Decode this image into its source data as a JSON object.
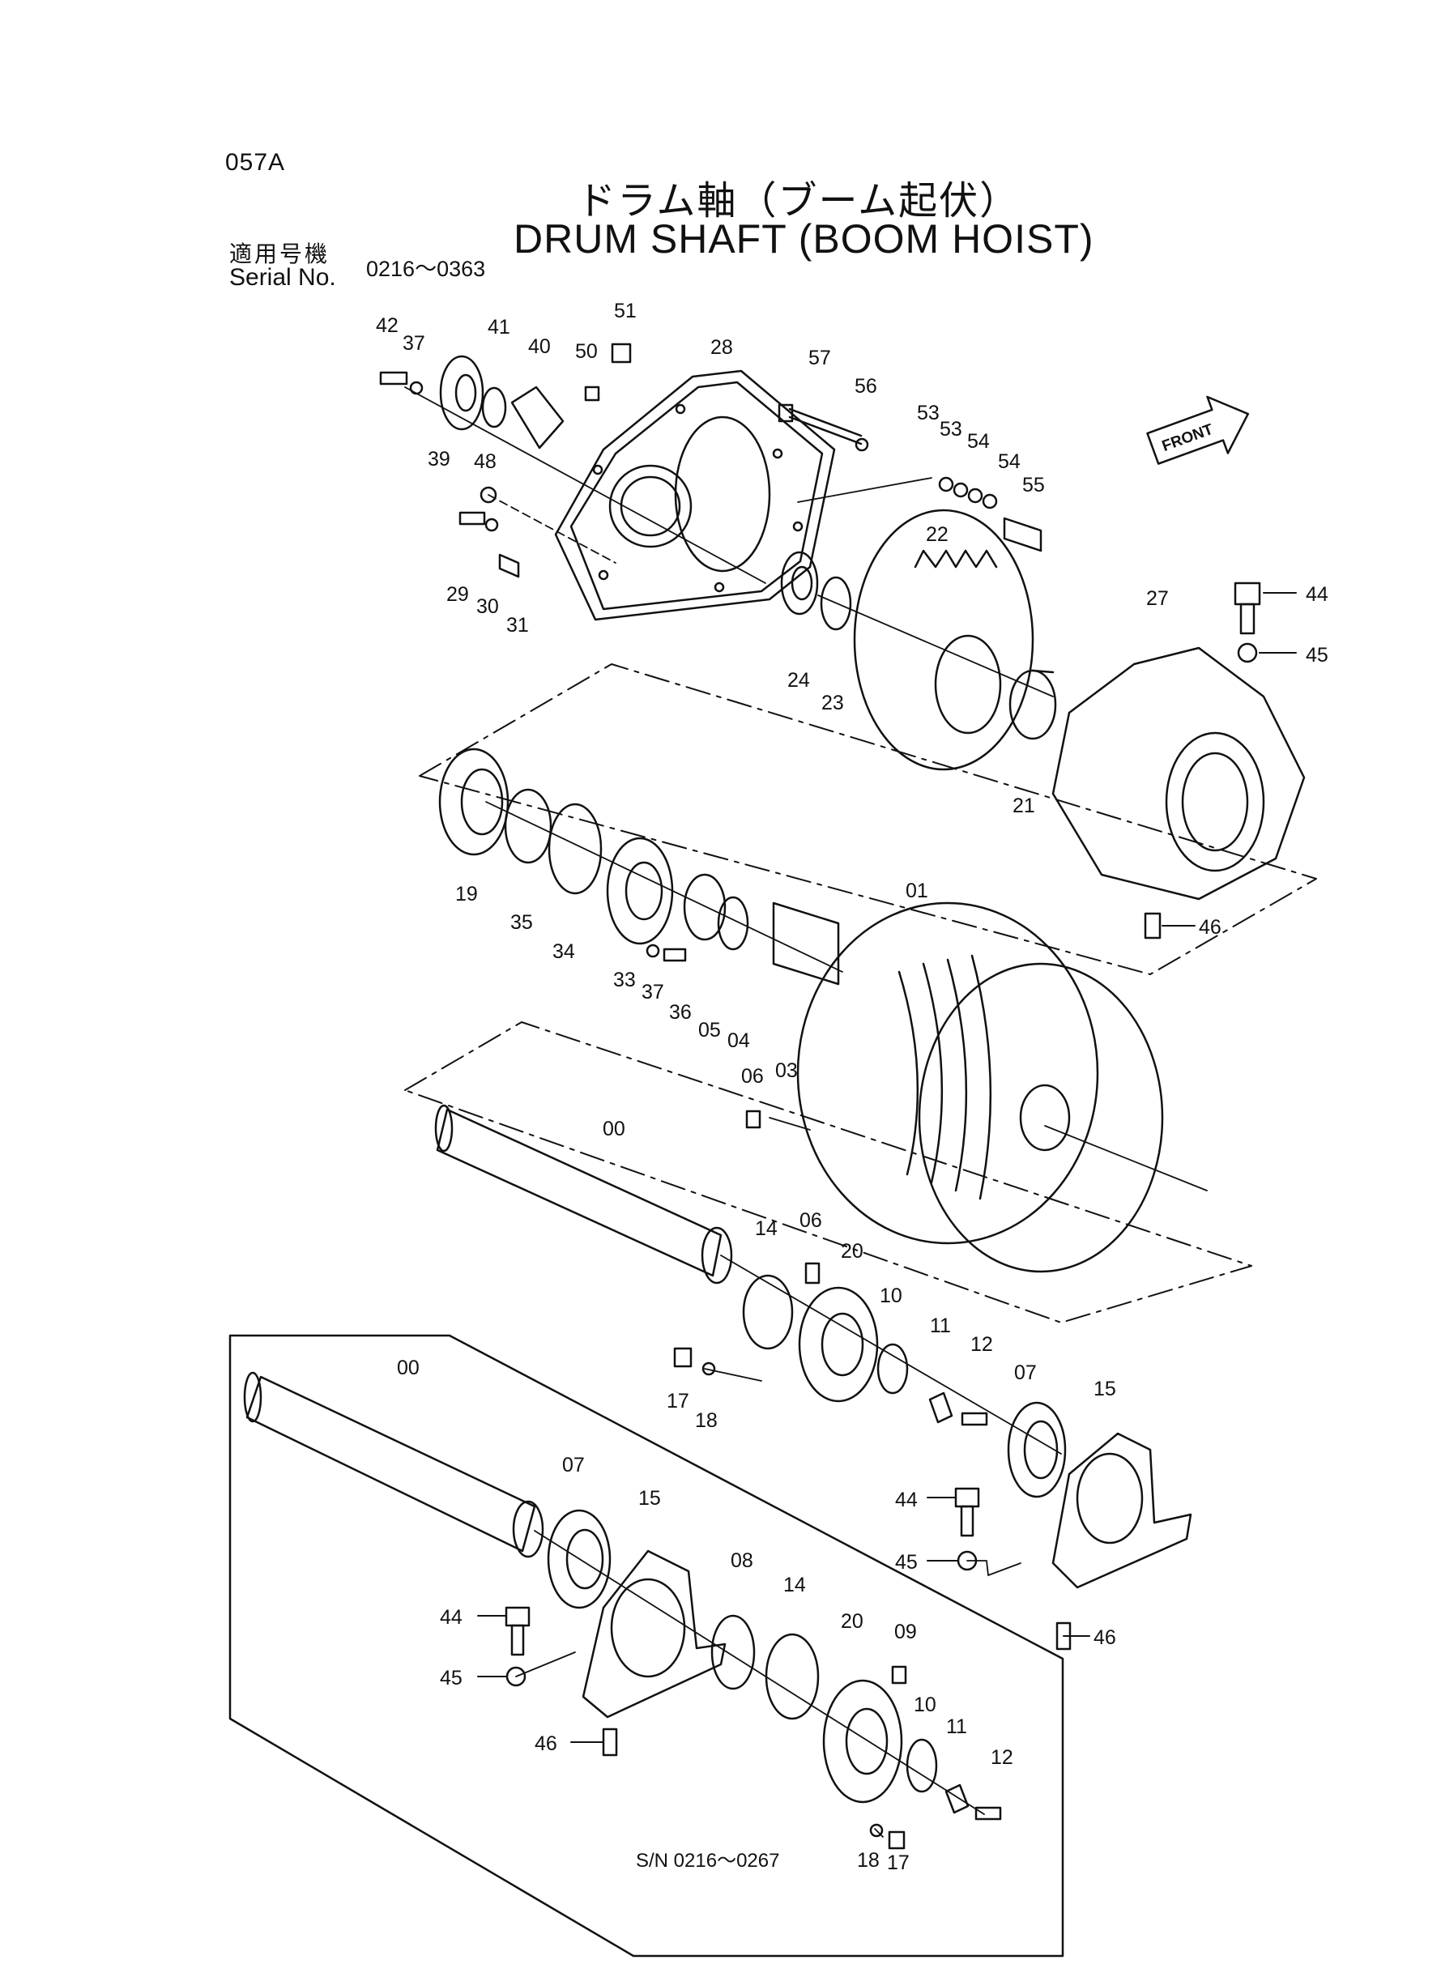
{
  "header": {
    "page_code": "057A",
    "title_japanese": "ドラム軸（ブーム起伏）",
    "title_english": "DRUM SHAFT (BOOM HOIST)",
    "serial_label_japanese": "適用号機",
    "serial_label_english": "Serial No.",
    "serial_range": "0216～0363"
  },
  "direction_arrow": {
    "label": "FRONT"
  },
  "inset_note": "S/N  0216～0267",
  "callouts": {
    "p42": "42",
    "p37a": "37",
    "p41": "41",
    "p40": "40",
    "p51": "51",
    "p50": "50",
    "p28": "28",
    "p57": "57",
    "p56": "56",
    "p53a": "53",
    "p53b": "53",
    "p54a": "54",
    "p54b": "54",
    "p55": "55",
    "p39": "39",
    "p48": "48",
    "p29": "29",
    "p30": "30",
    "p31": "31",
    "p24": "24",
    "p23": "23",
    "p22": "22",
    "p27": "27",
    "p44a": "44",
    "p45a": "45",
    "p21": "21",
    "p46a": "46",
    "p19": "19",
    "p35": "35",
    "p34": "34",
    "p33": "33",
    "p37b": "37",
    "p36": "36",
    "p05": "05",
    "p04": "04",
    "p03": "03",
    "p01": "01",
    "p06a": "06",
    "p00a": "00",
    "p14a": "14",
    "p06b": "06",
    "p20a": "20",
    "p10a": "10",
    "p11a": "11",
    "p12a": "12",
    "p07a": "07",
    "p15a": "15",
    "p17a": "17",
    "p18a": "18",
    "p44b": "44",
    "p45b": "45",
    "p46b": "46",
    "p00b": "00",
    "p07b": "07",
    "p15b": "15",
    "p08": "08",
    "p14b": "14",
    "p20b": "20",
    "p09": "09",
    "p10b": "10",
    "p11b": "11",
    "p12b": "12",
    "p44c": "44",
    "p45c": "45",
    "p46c": "46",
    "p18b": "18",
    "p17b": "17"
  }
}
